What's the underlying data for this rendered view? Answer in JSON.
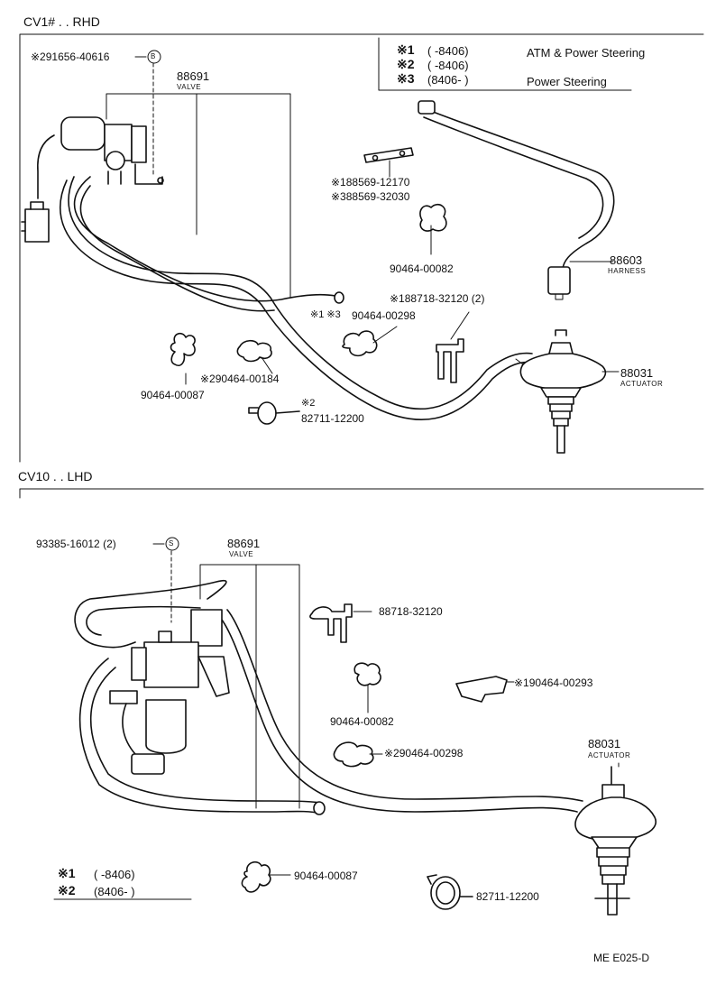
{
  "diagram": {
    "id": "ME E025-D",
    "top": {
      "title": "CV1# . . RHD",
      "legend": [
        {
          "mark": "※1",
          "range": "(      -8406)",
          "note": "ATM & Power Steering"
        },
        {
          "mark": "※2",
          "range": "(      -8406)",
          "note": ""
        },
        {
          "mark": "※3",
          "range": "(8406-      )",
          "note": "Power Steering"
        }
      ],
      "labels": {
        "bolt": "※291656-40616",
        "bolt_symbol": "B",
        "valve_num": "88691",
        "valve_name": "VALVE",
        "bracket_a": "※188569-12170",
        "bracket_b": "※388569-32030",
        "clip_82": "90464-00082",
        "harness_num": "88603",
        "harness_name": "HARNESS",
        "clamp_88718": "※188718-32120 (2)",
        "clip_298": "90464-00298",
        "clip_298_mark": "※1 ※3",
        "actuator_num": "88031",
        "actuator_name": "ACTUATOR",
        "clip_184": "※290464-00184",
        "clip_87": "90464-00087",
        "hose_clamp_mark": "※2",
        "hose_clamp": "82711-12200"
      }
    },
    "bottom": {
      "title": "CV10 . . LHD",
      "legend": [
        {
          "mark": "※1",
          "range": "(      -8406)"
        },
        {
          "mark": "※2",
          "range": "(8406-      )"
        }
      ],
      "labels": {
        "screw": "93385-16012 (2)",
        "screw_symbol": "S",
        "valve_num": "88691",
        "valve_name": "VALVE",
        "clamp_88718": "88718-32120",
        "clip_82": "90464-00082",
        "clip_293": "※190464-00293",
        "clip_298": "※290464-00298",
        "actuator_num": "88031",
        "actuator_name": "ACTUATOR",
        "clip_87": "90464-00087",
        "hose_clamp": "82711-12200"
      }
    }
  }
}
